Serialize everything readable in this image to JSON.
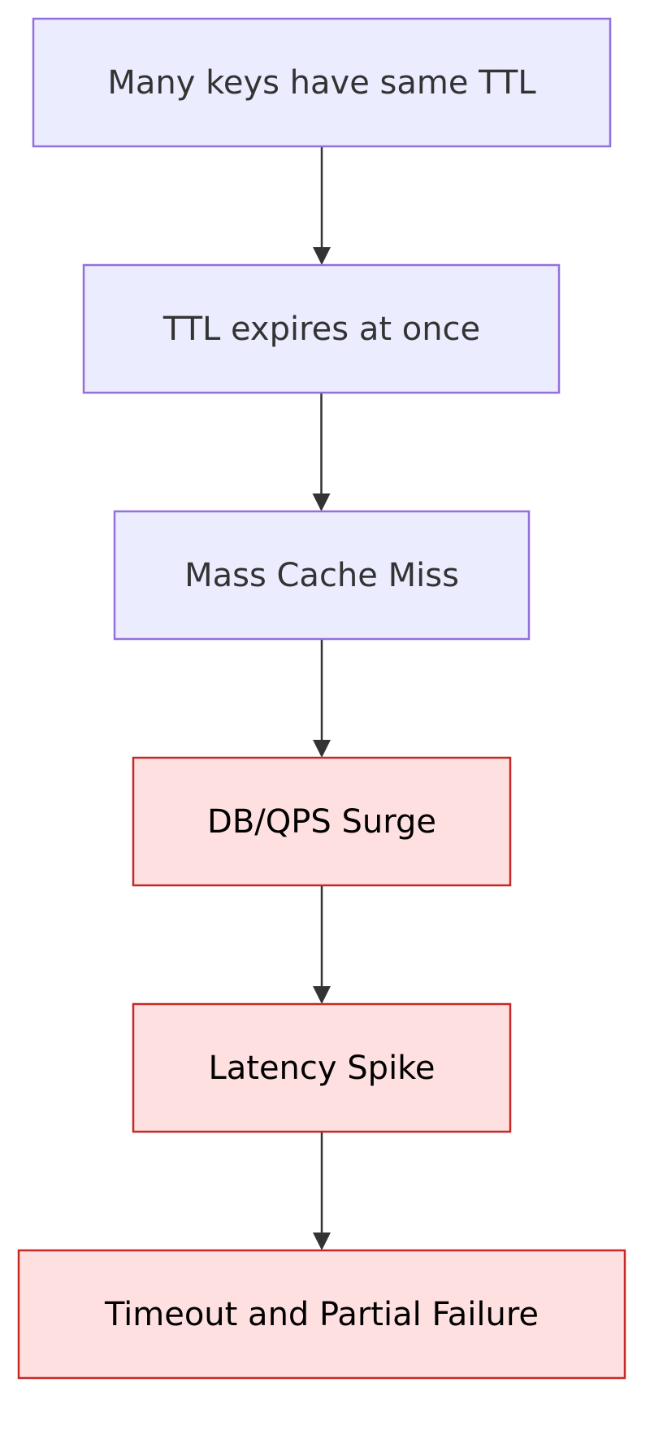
{
  "nodes": [
    {
      "id": "same-ttl",
      "label": "Many keys have same TTL",
      "kind": "normal"
    },
    {
      "id": "ttl-expires",
      "label": "TTL expires at once",
      "kind": "normal"
    },
    {
      "id": "mass-miss",
      "label": "Mass Cache Miss",
      "kind": "normal"
    },
    {
      "id": "db-surge",
      "label": "DB/QPS Surge",
      "kind": "alert"
    },
    {
      "id": "latency-spike",
      "label": "Latency Spike",
      "kind": "alert"
    },
    {
      "id": "timeout-failure",
      "label": "Timeout and Partial Failure",
      "kind": "alert"
    }
  ],
  "edges": [
    {
      "from": "same-ttl",
      "to": "ttl-expires"
    },
    {
      "from": "ttl-expires",
      "to": "mass-miss"
    },
    {
      "from": "mass-miss",
      "to": "db-surge"
    },
    {
      "from": "db-surge",
      "to": "latency-spike"
    },
    {
      "from": "latency-spike",
      "to": "timeout-failure"
    }
  ],
  "colors": {
    "normal_fill": "#ececff",
    "normal_stroke": "#9370db",
    "alert_fill": "#ffe0e0",
    "alert_stroke": "#c62828",
    "edge": "#333333"
  }
}
